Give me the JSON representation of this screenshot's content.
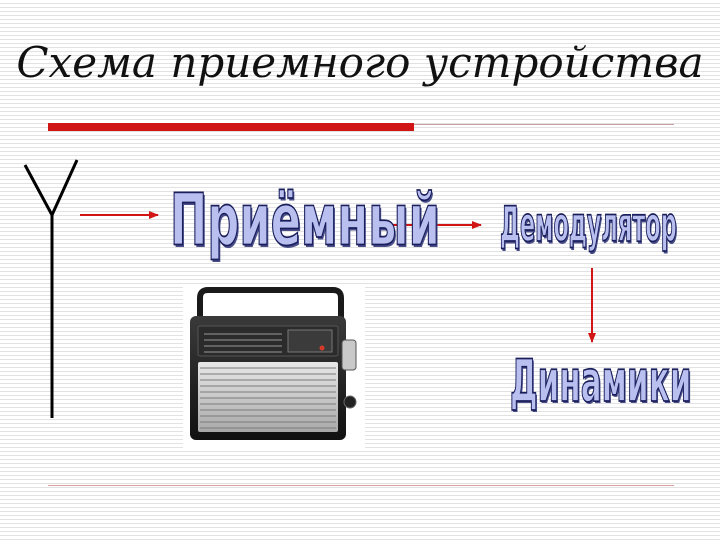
{
  "title": "Схема приемного устройства",
  "blocks": {
    "receiver": "Приёмный",
    "demodulator": "Демодулятор",
    "speakers": "Динамики"
  },
  "colors": {
    "rule_red": "#d11414",
    "arrow": "#d11414",
    "wordart_fill": "#b9c0f0",
    "wordart_outline": "#1a1f5c"
  },
  "icons": [
    "antenna-icon",
    "radio-image"
  ]
}
